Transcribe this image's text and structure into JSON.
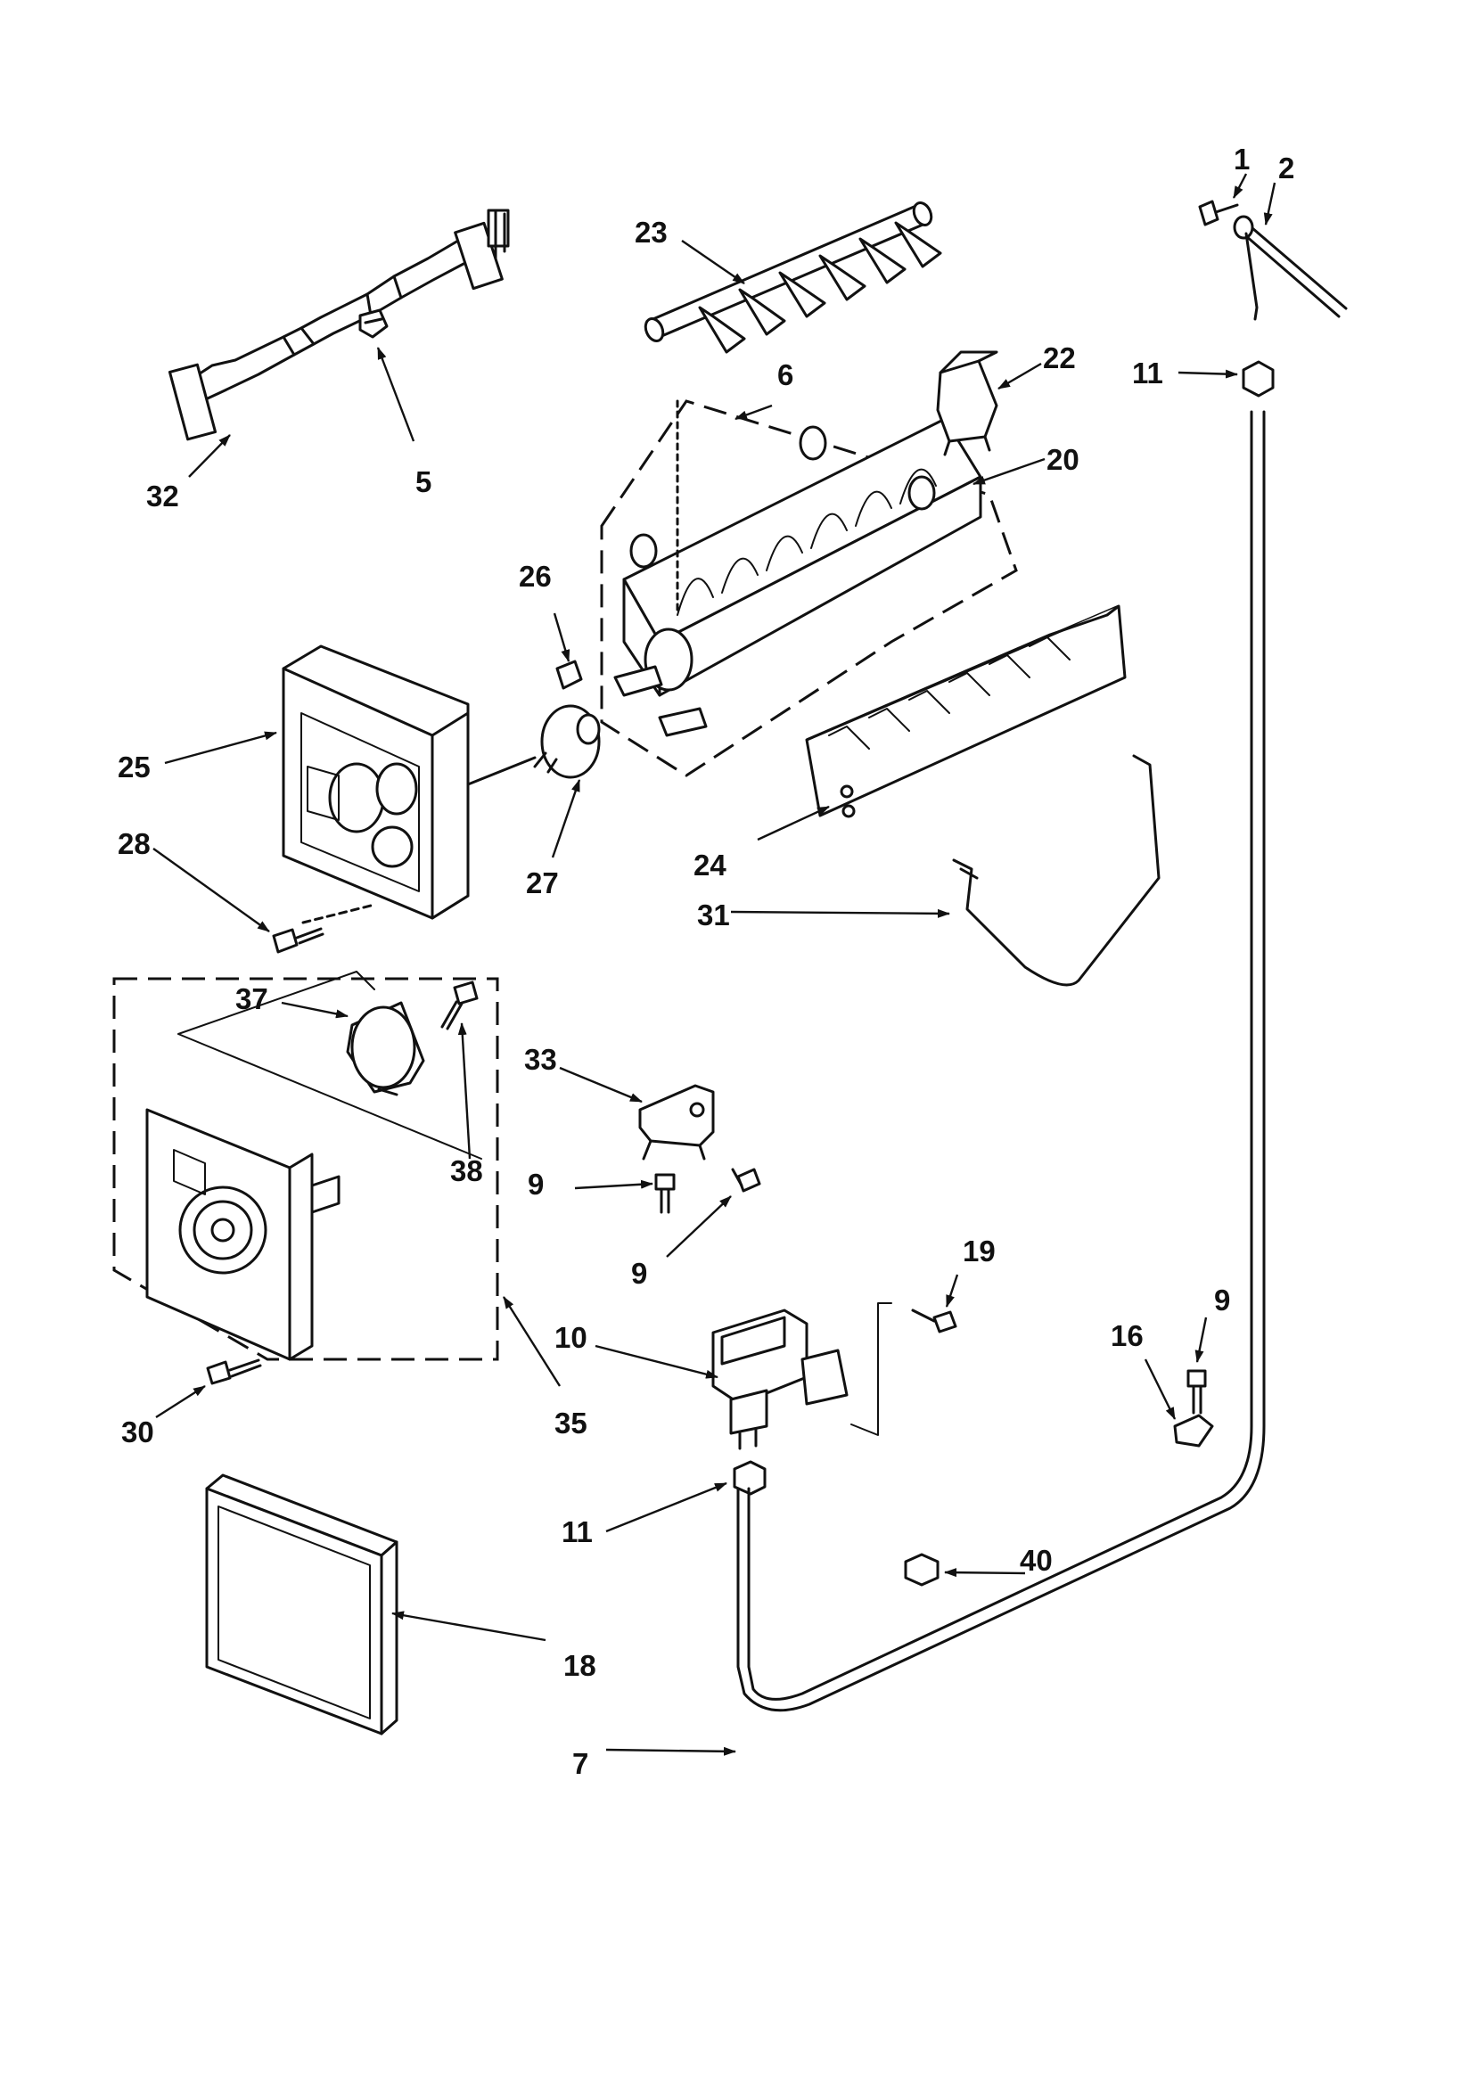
{
  "callouts": [
    {
      "id": "c1",
      "label": "1"
    },
    {
      "id": "c2",
      "label": "2"
    },
    {
      "id": "c5",
      "label": "5"
    },
    {
      "id": "c6",
      "label": "6"
    },
    {
      "id": "c7",
      "label": "7"
    },
    {
      "id": "c9a",
      "label": "9"
    },
    {
      "id": "c9b",
      "label": "9"
    },
    {
      "id": "c9c",
      "label": "9"
    },
    {
      "id": "c10",
      "label": "10"
    },
    {
      "id": "c11a",
      "label": "11"
    },
    {
      "id": "c11b",
      "label": "11"
    },
    {
      "id": "c16",
      "label": "16"
    },
    {
      "id": "c18",
      "label": "18"
    },
    {
      "id": "c19",
      "label": "19"
    },
    {
      "id": "c20",
      "label": "20"
    },
    {
      "id": "c22",
      "label": "22"
    },
    {
      "id": "c23",
      "label": "23"
    },
    {
      "id": "c24",
      "label": "24"
    },
    {
      "id": "c25",
      "label": "25"
    },
    {
      "id": "c26",
      "label": "26"
    },
    {
      "id": "c27",
      "label": "27"
    },
    {
      "id": "c28",
      "label": "28"
    },
    {
      "id": "c30",
      "label": "30"
    },
    {
      "id": "c31",
      "label": "31"
    },
    {
      "id": "c32",
      "label": "32"
    },
    {
      "id": "c33",
      "label": "33"
    },
    {
      "id": "c35",
      "label": "35"
    },
    {
      "id": "c37",
      "label": "37"
    },
    {
      "id": "c38",
      "label": "38"
    },
    {
      "id": "c40",
      "label": "40"
    }
  ]
}
